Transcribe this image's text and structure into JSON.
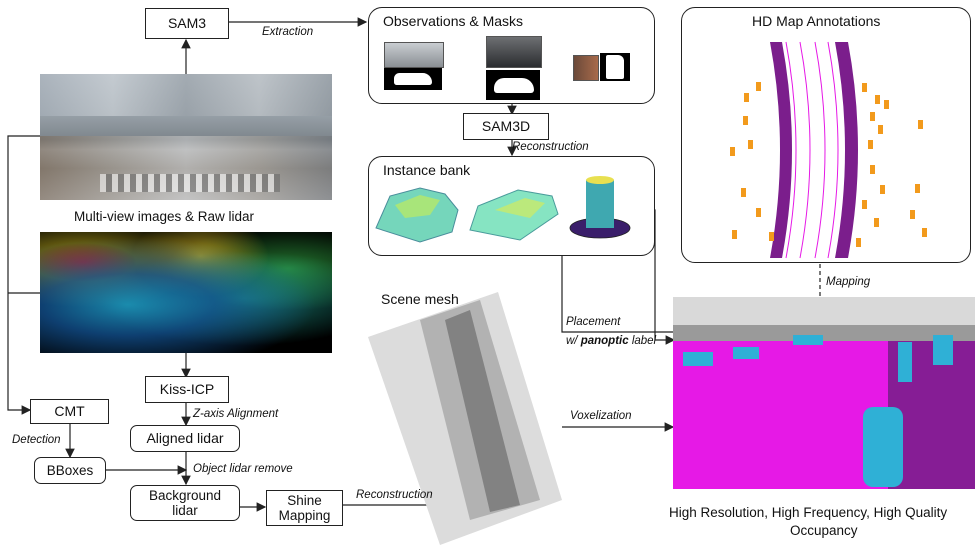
{
  "nodes": {
    "sam3": "SAM3",
    "sam3d": "SAM3D",
    "kiss_icp": "Kiss-ICP",
    "cmt": "CMT",
    "aligned_lidar": "Aligned lidar",
    "bboxes": "BBoxes",
    "background_lidar_1": "Background",
    "background_lidar_2": "lidar",
    "shine_mapping_1": "Shine",
    "shine_mapping_2": "Mapping"
  },
  "panels": {
    "observations": "Observations & Masks",
    "instance_bank": "Instance bank",
    "hd_map": "HD Map Annotations",
    "scene_mesh": "Scene mesh"
  },
  "edges": {
    "extraction": "Extraction",
    "reconstruction_top": "Reconstruction",
    "z_axis": "Z-axis Alignment",
    "detection": "Detection",
    "object_lidar_remove": "Object lidar remove",
    "reconstruction_bottom": "Reconstruction",
    "voxelization": "Voxelization",
    "mapping": "Mapping",
    "placement": "Placement",
    "panoptic_prefix": "w/ ",
    "panoptic_bold": "panoptic",
    "panoptic_suffix": " label"
  },
  "captions": {
    "multiview": "Multi-view images & Raw lidar",
    "output_1": "High Resolution, High Frequency, High Quality",
    "output_2": "Occupancy"
  },
  "colors": {
    "stroke": "#222222",
    "road_magenta": "#e619e6",
    "vehicle_cyan": "#2fb0d6",
    "map_purple": "#7b1e8c",
    "map_orange": "#f29a1c"
  }
}
